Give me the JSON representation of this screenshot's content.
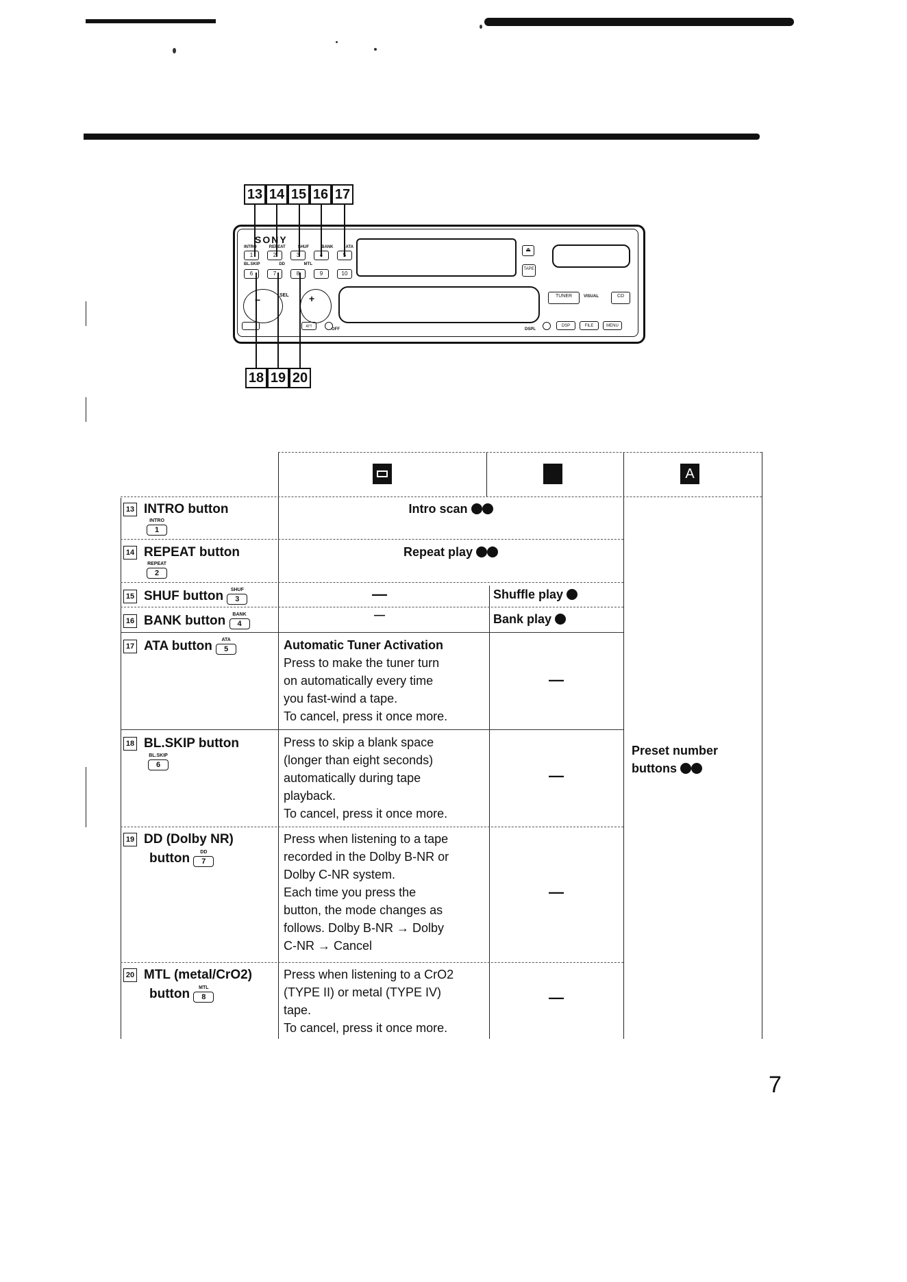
{
  "diagram": {
    "callouts_top": [
      "13",
      "14",
      "15",
      "16",
      "17"
    ],
    "callouts_bottom": [
      "18",
      "19",
      "20"
    ],
    "brand": "SONY",
    "top_button_labels": [
      "INTRO",
      "REPEAT",
      "SHUF",
      "BANK",
      "ATA"
    ],
    "top_button_numbers": [
      "1",
      "2",
      "3",
      "4",
      "5"
    ],
    "bottom_button_labels": [
      "BL.SKIP",
      "DD",
      "MTL"
    ],
    "bottom_button_numbers": [
      "6",
      "7",
      "8",
      "9",
      "10"
    ],
    "sel_label": "SEL",
    "minus_label": "−",
    "plus_label": "+",
    "tape_label": "TAPE",
    "tuner_label": "TUNER",
    "visual_label": "VISUAL",
    "cd_label": "CD",
    "off_label": "OFF",
    "dspl_label": "DSPL",
    "att_label": "ATT",
    "right_small_buttons": [
      "DSP",
      "FILE",
      "MENU"
    ]
  },
  "table": {
    "mode_icons": [
      "tape-mode-icon",
      "cd-mode-icon",
      "ama-mode-icon"
    ],
    "mode_ama_text": "A",
    "rows": [
      {
        "num": "13",
        "label": "INTRO button",
        "key_cap": "INTRO",
        "key_num": "1"
      },
      {
        "num": "14",
        "label": "REPEAT button",
        "key_cap": "REPEAT",
        "key_num": "2"
      },
      {
        "num": "15",
        "label": "SHUF button",
        "key_cap": "SHUF",
        "key_num": "3"
      },
      {
        "num": "16",
        "label": "BANK button",
        "key_cap": "BANK",
        "key_num": "4"
      },
      {
        "num": "17",
        "label": "ATA button",
        "key_cap": "ATA",
        "key_num": "5"
      },
      {
        "num": "18",
        "label": "BL.SKIP button",
        "key_cap": "BL.SKIP",
        "key_num": "6"
      },
      {
        "num": "19",
        "label": "DD (Dolby NR)",
        "label2": "button",
        "key_cap": "DD",
        "key_num": "7"
      },
      {
        "num": "20",
        "label": "MTL (metal/CrO2)",
        "label2": "button",
        "key_cap": "MTL",
        "key_num": "8"
      }
    ],
    "intro_scan": "Intro scan",
    "repeat_play": "Repeat play",
    "dash": "—",
    "shuffle_play": "Shuffle play",
    "bank_play": "Bank play",
    "ata_title": "Automatic Tuner Activation",
    "ata_lines": [
      "Press to make the tuner turn",
      "on automatically every time",
      "you fast-wind a tape.",
      "To cancel, press it once more."
    ],
    "blskip_lines": [
      "Press to skip a blank space",
      "(longer than eight seconds)",
      "automatically during tape",
      "playback.",
      "To cancel, press it once more."
    ],
    "dolby_lines": [
      "Press when listening to a tape",
      "recorded in the Dolby B-NR or",
      "Dolby C-NR system.",
      "Each time you press the",
      "button, the mode changes as",
      "follows.  Dolby B-NR → Dolby",
      "C-NR → Cancel"
    ],
    "mtl_lines": [
      "Press when listening to a CrO2",
      "(TYPE II) or metal (TYPE IV)",
      "tape.",
      "To cancel, press it once more."
    ],
    "preset_line1": "Preset number",
    "preset_line2": "buttons"
  },
  "page_number": "7"
}
